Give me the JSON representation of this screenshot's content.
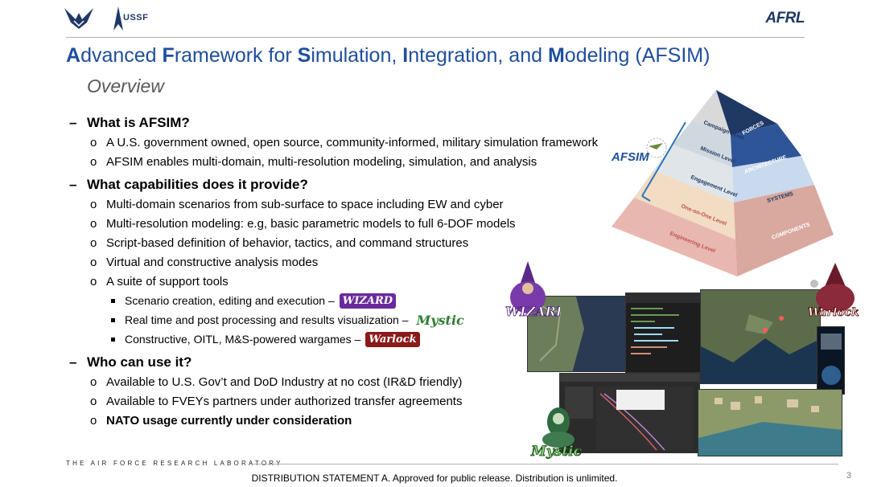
{
  "header": {
    "ussf_label": "USSF",
    "afrl_label": "AFRL"
  },
  "title": {
    "parts": [
      {
        "cap": "A",
        "rest": "dvanced "
      },
      {
        "cap": "F",
        "rest": "ramework for "
      },
      {
        "cap": "S",
        "rest": "imulation, "
      },
      {
        "cap": "I",
        "rest": "ntegration, and "
      },
      {
        "cap": "M",
        "rest": "odeling (AFSIM)"
      }
    ],
    "subtitle": "Overview"
  },
  "sections": [
    {
      "heading": "What is AFSIM?",
      "items": [
        "A U.S. government owned, open source, community-informed, military simulation framework",
        "AFSIM enables multi-domain, multi-resolution modeling, simulation, and analysis"
      ]
    },
    {
      "heading": "What capabilities does it provide?",
      "items": [
        "Multi-domain scenarios from sub-surface to space including EW and cyber",
        "Multi-resolution modeling: e.g, basic parametric models to full 6-DOF models",
        "Script-based definition of behavior, tactics, and command structures",
        "Virtual and constructive analysis modes",
        "A suite of support tools"
      ],
      "subitems": [
        {
          "text": "Scenario creation, editing and execution –",
          "badge": "WIZARD"
        },
        {
          "text": "Real time and post processing and results visualization –",
          "badge": "Mystic"
        },
        {
          "text": "Constructive, OITL, M&S-powered wargames –",
          "badge": "Warlock"
        }
      ]
    },
    {
      "heading": "Who can use it?",
      "items": [
        "Available to U.S. Gov’t and DoD Industry at no cost (IR&D friendly)",
        "Available to FVEYs partners under authorized transfer agreements"
      ],
      "bold_item": "NATO usage currently under consideration"
    }
  ],
  "pyramid": {
    "left_levels": [
      "Campaign Level",
      "Mission Level",
      "Engagement Level",
      "One-on-One Level",
      "Engineering Level"
    ],
    "right_levels": [
      "FORCES",
      "ARCHITECTURE",
      "SYSTEMS",
      "COMPONENTS"
    ],
    "logo": "AFSIM"
  },
  "characters": {
    "wizard": "WIZARD",
    "warlock": "Warlock",
    "mystic": "Mystic"
  },
  "footer": {
    "lab": "THE AIR FORCE RESEARCH LABORATORY",
    "distribution": "DISTRIBUTION STATEMENT A. Approved for public release. Distribution is unlimited.",
    "page": "3"
  }
}
